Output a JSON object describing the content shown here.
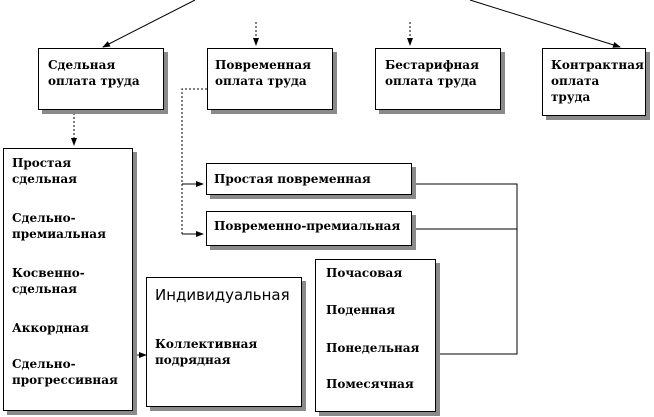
{
  "top_boxes": {
    "piece": "Сдельная\nоплата труда",
    "time": "Повременная\nоплата труда",
    "tariffless": "Бестарифная\nоплата труда",
    "contract": "Контрактная\nоплата\nтруда"
  },
  "piece_types": [
    "Простая\nсдельная",
    "Сдельно-\nпремиальная",
    "Косвенно-\nсдельная",
    "Аккордная",
    "Сдельно-\nпрогрессивная"
  ],
  "time_types": {
    "simple": "Простая повременная",
    "premium": "Повременно-премиальная"
  },
  "individual_box": {
    "title": "Индивидуальная",
    "subtitle": "Коллективная\nподрядная"
  },
  "periods": [
    "Почасовая",
    "Поденная",
    "Понедельная",
    "Помесячная"
  ]
}
